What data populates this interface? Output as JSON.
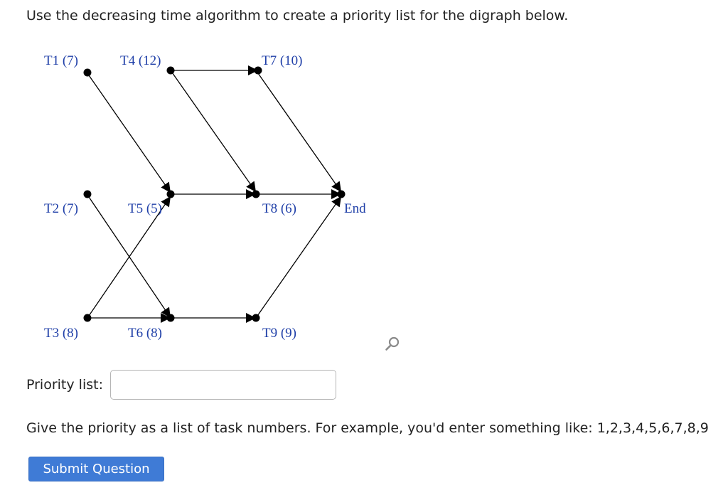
{
  "question": {
    "text": "Use the decreasing time algorithm to create a priority list for the digraph below."
  },
  "digraph": {
    "nodes": [
      {
        "id": "T1",
        "label": "T1 (7)"
      },
      {
        "id": "T4",
        "label": "T4 (12)"
      },
      {
        "id": "T7",
        "label": "T7 (10)"
      },
      {
        "id": "T2",
        "label": "T2 (7)"
      },
      {
        "id": "T5",
        "label": "T5 (5)"
      },
      {
        "id": "T8",
        "label": "T8 (6)"
      },
      {
        "id": "End",
        "label": "End"
      },
      {
        "id": "T3",
        "label": "T3 (8)"
      },
      {
        "id": "T6",
        "label": "T6 (8)"
      },
      {
        "id": "T9",
        "label": "T9 (9)"
      }
    ],
    "edges": [
      {
        "from": "T1",
        "to": "T5"
      },
      {
        "from": "T4",
        "to": "T7"
      },
      {
        "from": "T4",
        "to": "T8"
      },
      {
        "from": "T7",
        "to": "End"
      },
      {
        "from": "T5",
        "to": "T8"
      },
      {
        "from": "T8",
        "to": "End"
      },
      {
        "from": "T2",
        "to": "T6"
      },
      {
        "from": "T3",
        "to": "T5"
      },
      {
        "from": "T3",
        "to": "T6"
      },
      {
        "from": "T6",
        "to": "T9"
      },
      {
        "from": "T9",
        "to": "End"
      }
    ],
    "colors": {
      "label": "#1f3fa8",
      "node": "#000000",
      "edge": "#000000"
    }
  },
  "form": {
    "priority_label": "Priority list:",
    "priority_value": "",
    "instruction": "Give the priority as a list of task numbers. For example, you'd enter something like: 1,2,3,4,5,6,7,8,9",
    "submit_label": "Submit Question"
  },
  "icons": {
    "magnifier": "search-icon"
  },
  "colors": {
    "submit_background": "#3f7bd6",
    "submit_text": "#ffffff",
    "input_border": "#b5b5b5",
    "text": "#222222"
  }
}
